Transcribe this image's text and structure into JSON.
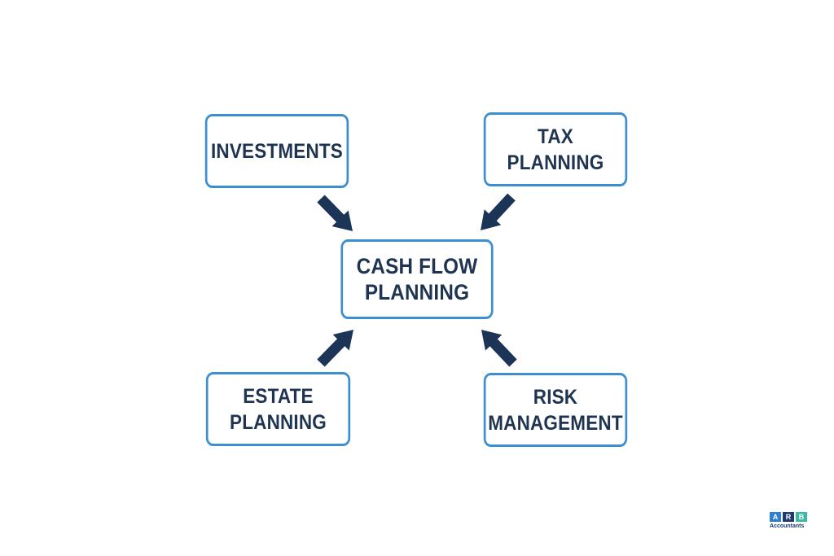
{
  "diagram": {
    "center": {
      "lines": [
        "CASH FLOW",
        "PLANNING"
      ]
    },
    "nodes": {
      "investments": {
        "lines": [
          "INVESTMENTS"
        ]
      },
      "tax_planning": {
        "lines": [
          "TAX",
          "PLANNING"
        ]
      },
      "estate_planning": {
        "lines": [
          "ESTATE",
          "PLANNING"
        ]
      },
      "risk_management": {
        "lines": [
          "RISK",
          "MANAGEMENT"
        ]
      }
    },
    "edges": [
      {
        "from": "investments",
        "to": "center"
      },
      {
        "from": "tax_planning",
        "to": "center"
      },
      {
        "from": "estate_planning",
        "to": "center"
      },
      {
        "from": "risk_management",
        "to": "center"
      }
    ]
  },
  "logo": {
    "letters": [
      "A",
      "R",
      "B"
    ],
    "letter_colors": [
      "#2f7fd0",
      "#1f3a6e",
      "#3bb8a6"
    ],
    "name": "Accountants",
    "icon": "arb-accountants-logo"
  },
  "colors": {
    "box_border": "#3d8fd1",
    "text": "#1f3450",
    "arrow": "#1c3557",
    "background": "#ffffff"
  }
}
